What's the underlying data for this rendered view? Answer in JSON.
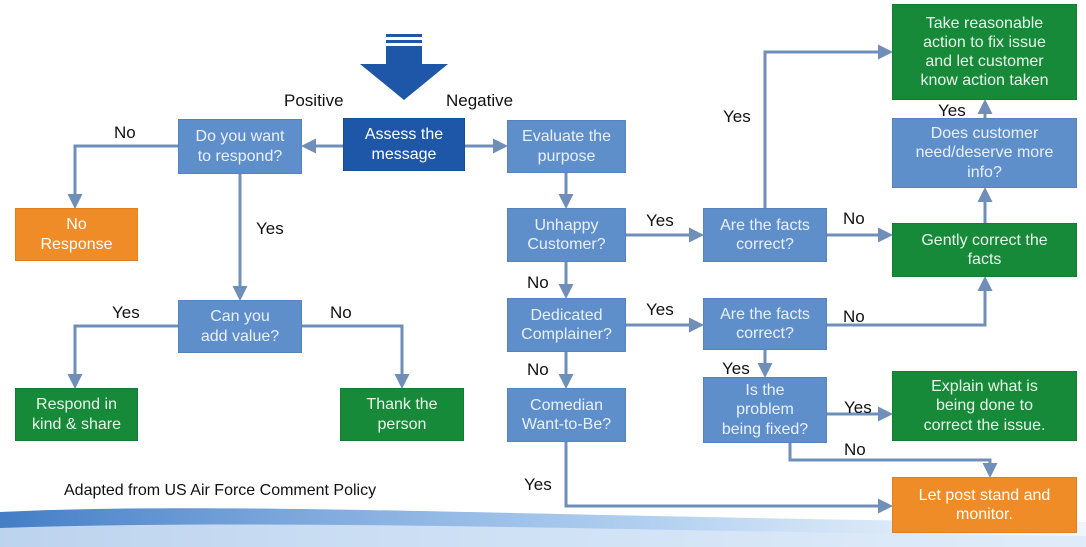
{
  "colors": {
    "question": "#5f8fcb",
    "start": "#1e56a8",
    "action": "#178a3a",
    "terminal": "#f08c28",
    "connector": "#6f8fb8"
  },
  "nodes": [
    {
      "id": "assess",
      "text": "Assess the\nmessage",
      "style": "dark"
    },
    {
      "id": "want_respond",
      "text": "Do you want\nto respond?",
      "style": "blue"
    },
    {
      "id": "no_response",
      "text": "No\nResponse",
      "style": "orange"
    },
    {
      "id": "add_value",
      "text": "Can you\nadd value?",
      "style": "blue"
    },
    {
      "id": "respond_kind",
      "text": "Respond in\nkind & share",
      "style": "green"
    },
    {
      "id": "thank_person",
      "text": "Thank the\nperson",
      "style": "green"
    },
    {
      "id": "evaluate",
      "text": "Evaluate the\npurpose",
      "style": "blue"
    },
    {
      "id": "unhappy",
      "text": "Unhappy\nCustomer?",
      "style": "blue"
    },
    {
      "id": "facts1",
      "text": "Are the facts\ncorrect?",
      "style": "blue"
    },
    {
      "id": "dedicated",
      "text": "Dedicated\nComplainer?",
      "style": "blue"
    },
    {
      "id": "facts2",
      "text": "Are the facts\ncorrect?",
      "style": "blue"
    },
    {
      "id": "comedian",
      "text": "Comedian\nWant-to-Be?",
      "style": "blue"
    },
    {
      "id": "problem_fixed",
      "text": "Is the\nproblem\nbeing fixed?",
      "style": "blue"
    },
    {
      "id": "take_action",
      "text": "Take reasonable\naction to fix issue\nand let customer\nknow action taken",
      "style": "green"
    },
    {
      "id": "need_info",
      "text": "Does customer\nneed/deserve more\ninfo?",
      "style": "blue"
    },
    {
      "id": "gently",
      "text": "Gently correct the\nfacts",
      "style": "green"
    },
    {
      "id": "explain",
      "text": "Explain what is\nbeing done to\ncorrect the issue.",
      "style": "green"
    },
    {
      "id": "let_stand",
      "text": "Let post stand and\nmonitor.",
      "style": "orange"
    }
  ],
  "edge_labels": [
    {
      "id": "positive",
      "text": "Positive"
    },
    {
      "id": "negative",
      "text": "Negative"
    },
    {
      "id": "no_want",
      "text": "No"
    },
    {
      "id": "yes_want",
      "text": "Yes"
    },
    {
      "id": "yes_value",
      "text": "Yes"
    },
    {
      "id": "no_value",
      "text": "No"
    },
    {
      "id": "yes_unhappy",
      "text": "Yes"
    },
    {
      "id": "no_unhappy",
      "text": "No"
    },
    {
      "id": "yes_dedicated",
      "text": "Yes"
    },
    {
      "id": "no_dedicated",
      "text": "No"
    },
    {
      "id": "yes_comedian",
      "text": "Yes"
    },
    {
      "id": "yes_facts1",
      "text": "Yes"
    },
    {
      "id": "no_facts1",
      "text": "No"
    },
    {
      "id": "no_facts2",
      "text": "No"
    },
    {
      "id": "yes_facts2",
      "text": "Yes"
    },
    {
      "id": "yes_info",
      "text": "Yes"
    },
    {
      "id": "yes_fixed",
      "text": "Yes"
    },
    {
      "id": "no_fixed",
      "text": "No"
    }
  ],
  "credit": "Adapted from US Air Force Comment Policy"
}
